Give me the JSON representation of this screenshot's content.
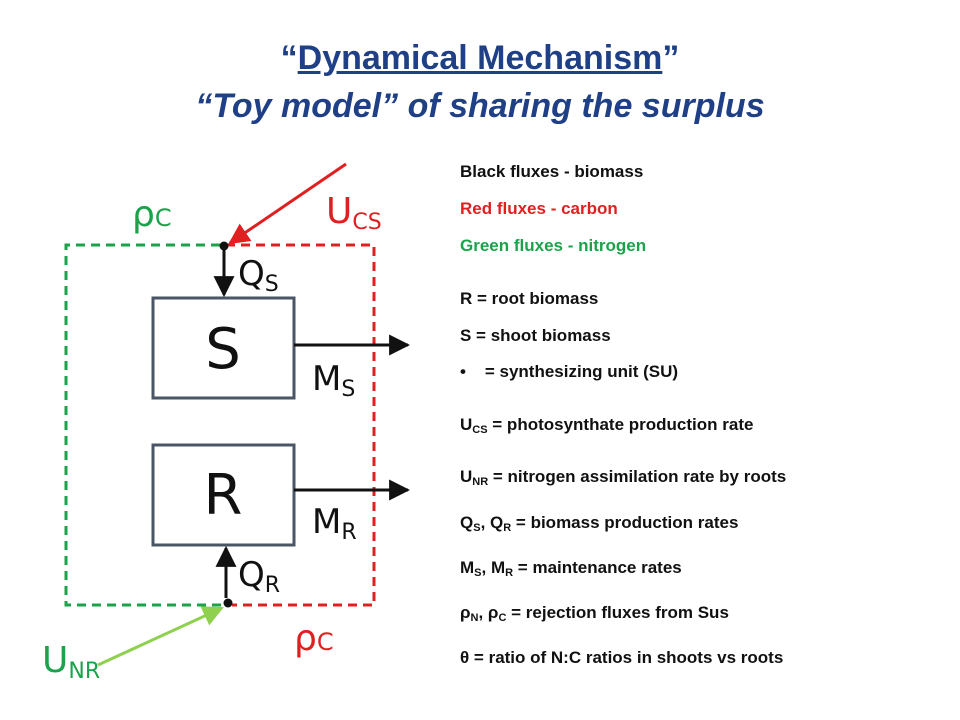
{
  "title": {
    "open_quote": "“",
    "line1": "Dynamical Mechanism",
    "close_quote": "”",
    "line2": "“Toy model” of sharing the surplus"
  },
  "diagram": {
    "box_s": "S",
    "box_r": "R",
    "rho": "ρ",
    "c": "C",
    "u": "U",
    "cs": "CS",
    "nr": "NR",
    "q": "Q",
    "m": "M",
    "s": "S",
    "r": "R"
  },
  "legend": {
    "black": "Black fluxes    -  biomass",
    "red": "Red fluxes        -  carbon",
    "green": "Green fluxes  -  nitrogen",
    "r_def": "R =  root biomass",
    "s_def": "S =  shoot biomass",
    "bullet": "•",
    "su_def": "=  synthesizing unit (SU)",
    "ucs_pre": "U",
    "ucs_sub": "CS",
    "ucs_post": " =  photosynthate production rate",
    "unr_pre": "U",
    "unr_sub": "NR",
    "unr_post": " = nitrogen assimilation rate by roots",
    "q_a": "Q",
    "q_a_sub": "S",
    "q_mid": ", Q",
    "q_b_sub": "R",
    "q_post": " = biomass production rates",
    "m_a": "M",
    "m_a_sub": "S",
    "m_mid": ", M",
    "m_b_sub": "R",
    "m_post": " = maintenance rates",
    "rho_a": "ρ",
    "rho_a_sub": "N",
    "rho_mid": ", ρ",
    "rho_b_sub": "C",
    "rho_post": " = rejection fluxes from Sus",
    "theta": "θ",
    "theta_post": "  =  ratio of N:C ratios in shoots vs roots"
  }
}
